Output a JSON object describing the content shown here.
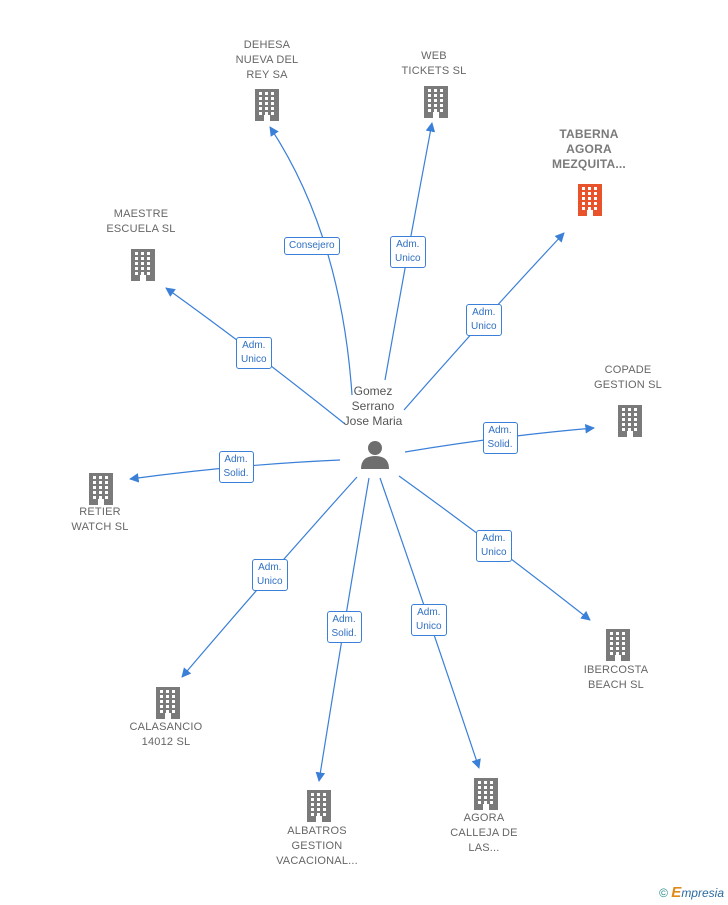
{
  "colors": {
    "edge": "#3a7fd8",
    "building": "#7a7a7a",
    "building_highlight": "#e8532c",
    "person": "#6e6e6e"
  },
  "center": {
    "name": "Gomez\nSerrano\nJose Maria",
    "icon": "person-icon"
  },
  "companies": [
    {
      "id": "dehesa",
      "name": "DEHESA\nNUEVA DEL\nREY SA",
      "relation": "Consejero",
      "highlight": false
    },
    {
      "id": "web",
      "name": "WEB\nTICKETS  SL",
      "relation": "Adm.\nUnico",
      "highlight": false
    },
    {
      "id": "taberna",
      "name": "TABERNA\nAGORA\nMEZQUITA...",
      "relation": "Adm.\nUnico",
      "highlight": true
    },
    {
      "id": "maestre",
      "name": "MAESTRE\nESCUELA  SL",
      "relation": "Adm.\nUnico",
      "highlight": false
    },
    {
      "id": "copade",
      "name": "COPADE\nGESTION SL",
      "relation": "Adm.\nSolid.",
      "highlight": false
    },
    {
      "id": "retier",
      "name": "RETIER\nWATCH SL",
      "relation": "Adm.\nSolid.",
      "highlight": false
    },
    {
      "id": "ibercosta",
      "name": "IBERCOSTA\nBEACH  SL",
      "relation": "Adm.\nUnico",
      "highlight": false
    },
    {
      "id": "calasancio",
      "name": "CALASANCIO\n14012  SL",
      "relation": "Adm.\nUnico",
      "highlight": false
    },
    {
      "id": "albatros",
      "name": "ALBATROS\nGESTION\nVACACIONAL...",
      "relation": "Adm.\nSolid.",
      "highlight": false
    },
    {
      "id": "agora",
      "name": "AGORA\nCALLEJA DE\nLAS...",
      "relation": "Adm.\nUnico",
      "highlight": false
    }
  ],
  "footer": {
    "copyright": "©",
    "brand_initial": "E",
    "brand_rest": "mpresia"
  }
}
